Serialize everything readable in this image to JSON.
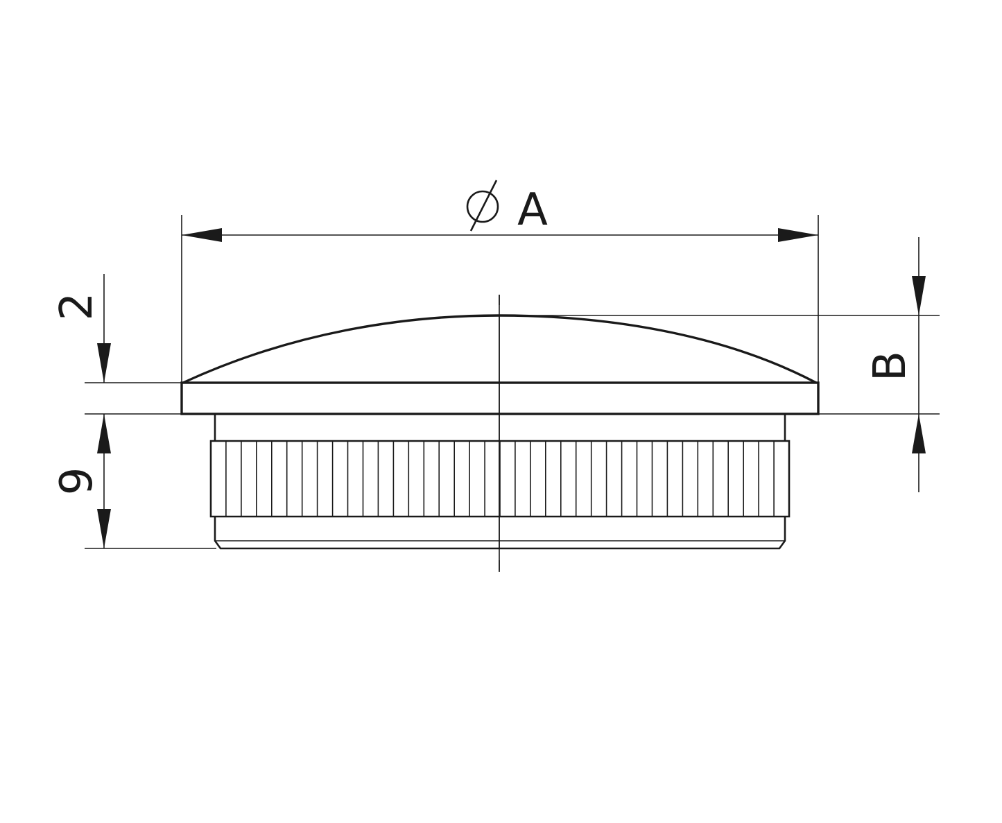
{
  "drawing": {
    "labels": {
      "diameter_symbol": "∅",
      "diameter": "A",
      "height": "B",
      "top_thickness": "2",
      "shank_height": "9"
    },
    "knurl_ridge_count": 38,
    "colors": {
      "line": "#1a1a1a",
      "background": "#ffffff"
    }
  }
}
